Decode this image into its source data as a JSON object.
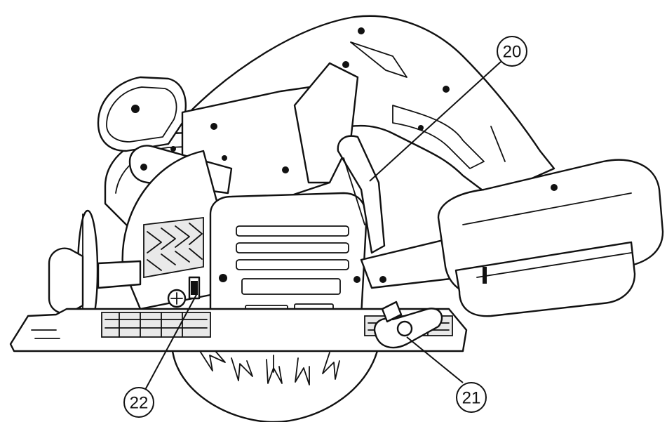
{
  "callouts": [
    {
      "id": "20",
      "label": "20"
    },
    {
      "id": "21",
      "label": "21"
    },
    {
      "id": "22",
      "label": "22"
    }
  ],
  "colors": {
    "ink": "#111111",
    "paper": "#ffffff"
  }
}
